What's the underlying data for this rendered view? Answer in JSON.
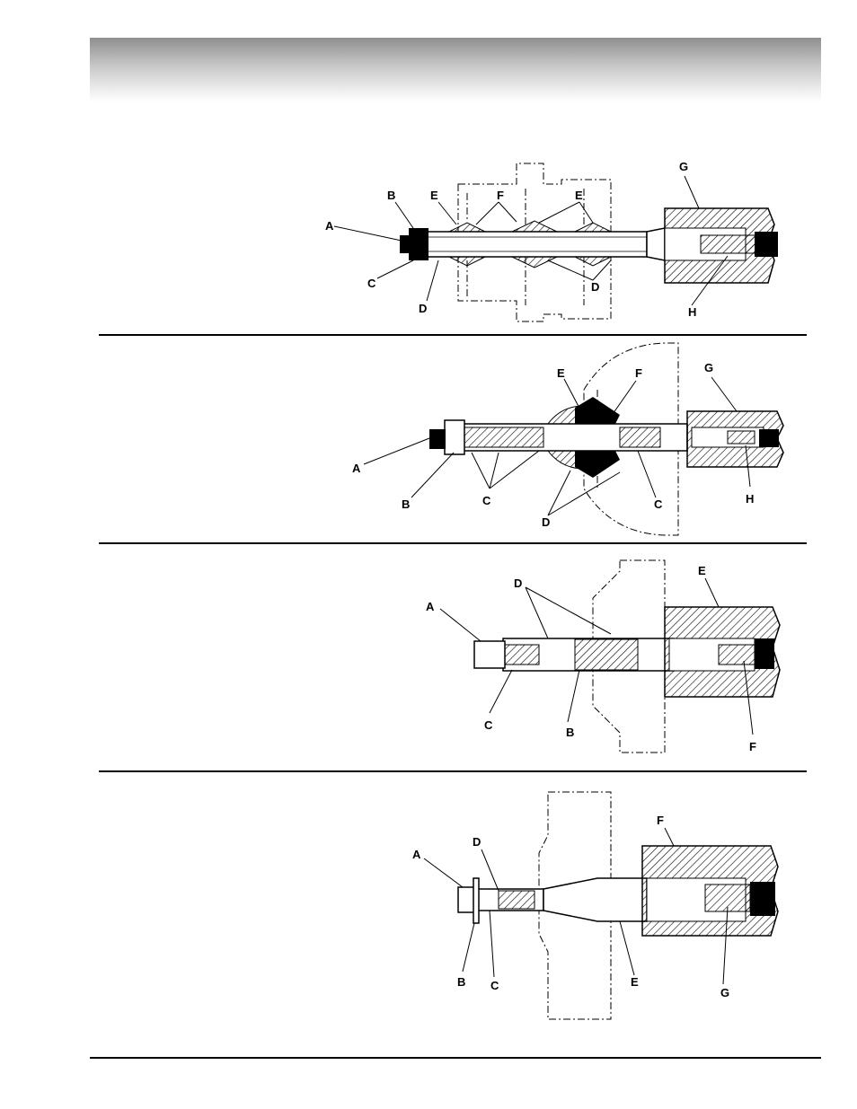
{
  "header": {
    "title": ""
  },
  "figures": [
    {
      "id": "fig1",
      "labels": [
        "A",
        "B",
        "C",
        "D",
        "E",
        "F",
        "E",
        "D",
        "G",
        "H"
      ]
    },
    {
      "id": "fig2",
      "labels": [
        "A",
        "B",
        "C",
        "C",
        "D",
        "E",
        "F",
        "G",
        "H"
      ]
    },
    {
      "id": "fig3",
      "labels": [
        "A",
        "B",
        "C",
        "D",
        "E",
        "F"
      ]
    },
    {
      "id": "fig4",
      "labels": [
        "A",
        "B",
        "C",
        "D",
        "E",
        "F",
        "G"
      ]
    }
  ]
}
